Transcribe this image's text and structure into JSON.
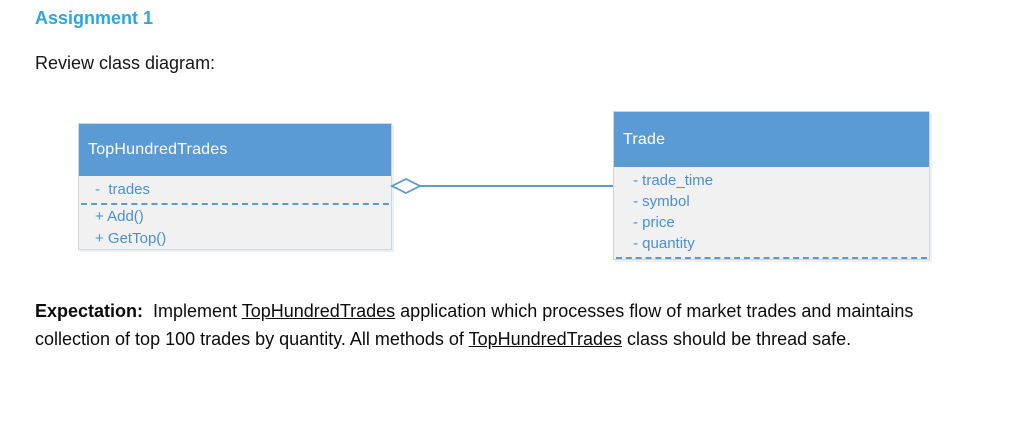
{
  "colors": {
    "title": "#29a9e2",
    "header_bg": "#5b9bd5",
    "body_bg": "#f1f1f2",
    "member_text": "#4a90d2",
    "connector": "#5b9bd5",
    "box_border": "#ccd6de"
  },
  "page": {
    "title": "Assignment 1",
    "instruction": "Review class diagram:"
  },
  "diagram": {
    "classes": [
      {
        "name": "TopHundredTrades",
        "attributes": [
          "-  trades"
        ],
        "methods": [
          "+ Add()",
          "+ GetTop()"
        ]
      },
      {
        "name": "Trade",
        "attributes": [
          "- trade_time",
          "- symbol",
          "- price",
          "- quantity"
        ],
        "methods": []
      }
    ],
    "relationship": {
      "type": "aggregation",
      "owner": "TopHundredTrades",
      "part": "Trade"
    }
  },
  "expectation": {
    "label": "Expectation:",
    "seg1": "  Implement ",
    "link1": "TopHundredTrades",
    "seg2": " application which processes flow of market trades and maintains collection of top 100 trades by quantity. All methods of ",
    "link2": "TopHundredTrades",
    "seg3": " class should be thread safe."
  }
}
